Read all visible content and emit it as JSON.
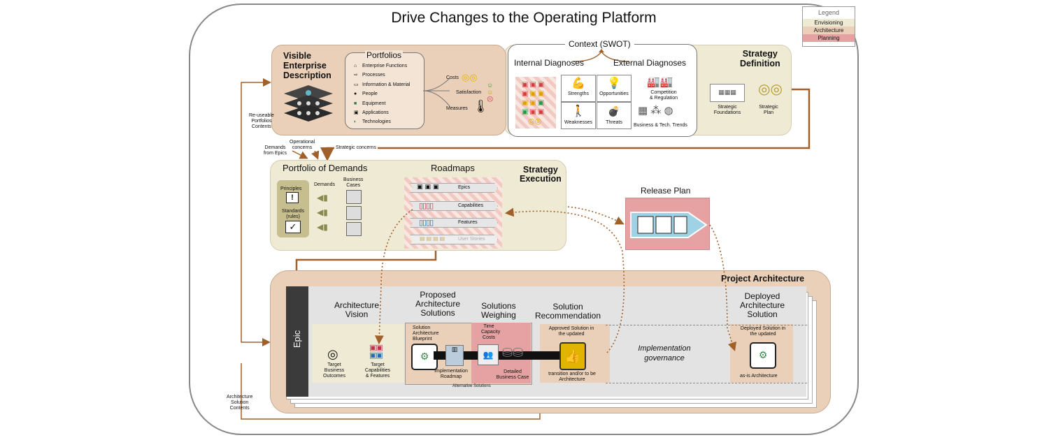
{
  "title": "Drive Changes to the Operating Platform",
  "legend": {
    "title": "Legend",
    "items": [
      {
        "label": "Envisioning",
        "color": "#efead3"
      },
      {
        "label": "Architecture",
        "color": "#ead0b8"
      },
      {
        "label": "Planning",
        "color": "#e6a2a2"
      }
    ]
  },
  "visible_enterprise": {
    "title_line1": "Visible",
    "title_line2": "Enterprise",
    "title_line3": "Description",
    "portfolios_title": "Portfolios",
    "items": [
      "Enterprise Functions",
      "Processes",
      "Information & Material",
      "People",
      "Equipment",
      "Applications",
      "Technologies"
    ],
    "metrics": [
      "Costs",
      "Satisfaction",
      "Measures"
    ]
  },
  "context": {
    "title": "Context (SWOT)",
    "internal": "Internal Diagnoses",
    "external": "External Diagnoses",
    "swot": [
      "Strengths",
      "Opportunities",
      "Weaknesses",
      "Threats"
    ],
    "ext_items": [
      "Competition",
      "& Regulation",
      "Business & Tech. Trends"
    ]
  },
  "strategy_definition": {
    "line1": "Strategy",
    "line2": "Definition",
    "items": [
      "Strategic",
      "Foundations",
      "Strategic",
      "Plan"
    ]
  },
  "side_labels": {
    "reuseable": [
      "Re-useable",
      "Portfolios",
      "Contents"
    ],
    "demands_epics": [
      "Demands",
      "from Epics"
    ],
    "operational": [
      "Operational",
      "concerns"
    ],
    "strategic_concerns": "Strategic concerns",
    "arch_solution": [
      "Architecture",
      "Solution",
      "Contents"
    ]
  },
  "strategy_execution": {
    "portfolio_demands": "Portfolio of Demands",
    "roadmaps": "Roadmaps",
    "line1": "Strategy",
    "line2": "Execution",
    "principles": "Principles",
    "standards": "Standards",
    "rules": "(rules)",
    "demands": "Demands",
    "business": "Business",
    "cases": "Cases",
    "roadmap_rows": [
      "Epics",
      "Capabilities",
      "Features",
      "User Stories"
    ]
  },
  "release_plan": {
    "title": "Release Plan"
  },
  "project_architecture": {
    "title": "Project Architecture",
    "epic": "Epic",
    "vision_l1": "Architecture",
    "vision_l2": "Vision",
    "vision_items": [
      "Target",
      "Business",
      "Outcomes",
      "Target",
      "Capabilities",
      "& Features"
    ],
    "proposed": [
      "Proposed",
      "Architecture",
      "Solutions"
    ],
    "blueprint": [
      "Solution",
      "Architecture",
      "Blueprint"
    ],
    "impl_roadmap": [
      "Implementation",
      "Roadmap"
    ],
    "weighing": [
      "Solutions",
      "Weighing"
    ],
    "weigh_items": [
      "Time",
      "Capacity",
      "Costs"
    ],
    "detailed": [
      "Detailed",
      "Business Case"
    ],
    "alternative": "Alternative Solutions",
    "recommendation": [
      "Solution",
      "Recommendation"
    ],
    "approved": [
      "Approved Solution in",
      "the updated"
    ],
    "transition": [
      "transition and/or to be",
      "Architecture"
    ],
    "governance": [
      "Implementation",
      "governance"
    ],
    "deployed": [
      "Deployed",
      "Architecture",
      "Solution"
    ],
    "deployed_in": [
      "Deployed Solution in",
      "the updated"
    ],
    "asis": "as-is Architecture"
  }
}
